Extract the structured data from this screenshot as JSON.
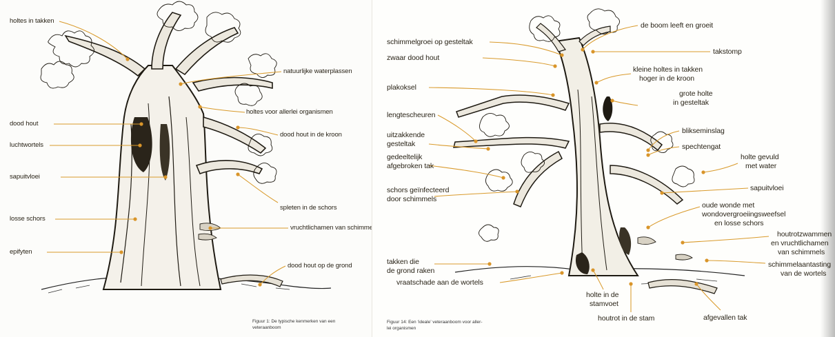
{
  "figure1": {
    "labels": {
      "holtes_in_takken": "holtes in takken",
      "natuurlijke_waterplassen": "natuurlijke waterplassen",
      "holtes_voor_allerlei": "holtes voor allerlei organismen",
      "dood_hout": "dood hout",
      "dood_hout_in_de_kroon": "dood hout in de kroon",
      "luchtwortels": "luchtwortels",
      "sapuitvloei": "sapuitvloei",
      "spleten_in_de_schors": "spleten in de schors",
      "losse_schors": "losse schors",
      "vruchtlichamen_van_schimmels": "vruchtlichamen van schimmels",
      "epifyten": "epifyten",
      "dood_hout_op_de_grond": "dood hout op de grond"
    },
    "caption_line1": "Figuur 1: De typische kenmerken van een",
    "caption_line2": "veteraanboom"
  },
  "figure14": {
    "labels": {
      "de_boom_leeft": "de boom leeft en groeit",
      "schimmelgroei": "schimmelgroei op gesteltak",
      "takstomp": "takstomp",
      "zwaar_dood_hout": "zwaar dood hout",
      "kleine_holtes_1": "kleine holtes in takken",
      "kleine_holtes_2": "hoger in de kroon",
      "plakoksel": "plakoksel",
      "grote_holte_1": "grote holte",
      "grote_holte_2": "in gesteltak",
      "lengtescheuren": "lengtescheuren",
      "bliksemslag": "blikseminslag",
      "uitzakkende_1": "uitzakkende",
      "uitzakkende_2": "gesteltak",
      "spechtengat": "spechtengat",
      "gedeeltelijk_1": "gedeeltelijk",
      "gedeeltelijk_2": "afgebroken tak",
      "holte_gevuld_1": "holte gevuld",
      "holte_gevuld_2": "met water",
      "schors_1": "schors geïnfecteerd",
      "schors_2": "door schimmels",
      "sapuitvloei": "sapuitvloei",
      "oude_wonde_1": "oude wonde met",
      "oude_wonde_2": "wondovergroeiingsweefsel",
      "oude_wonde_3": "en losse schors",
      "houtrotz_1": "houtrotzwammen",
      "houtrotz_2": "en vruchtlichamen",
      "houtrotz_3": "van schimmels",
      "takken_1": "takken die",
      "takken_2": "de grond raken",
      "schimmelaan_1": "schimmelaantasting",
      "schimmelaan_2": "van de wortels",
      "vraatschade": "vraatschade aan de wortels",
      "holte_stamvoet_1": "holte in de",
      "holte_stamvoet_2": "stamvoet",
      "houtrot": "houtrot in de stam",
      "afgevallen": "afgevallen tak"
    },
    "caption_line1": "Figuur 14: Een ‘ideale’ veteraanboom voor aller-",
    "caption_line2": "lei organismen"
  },
  "colors": {
    "leader": "#d99a2b",
    "ink": "#1e1a12",
    "paper": "#fcfcfa"
  }
}
